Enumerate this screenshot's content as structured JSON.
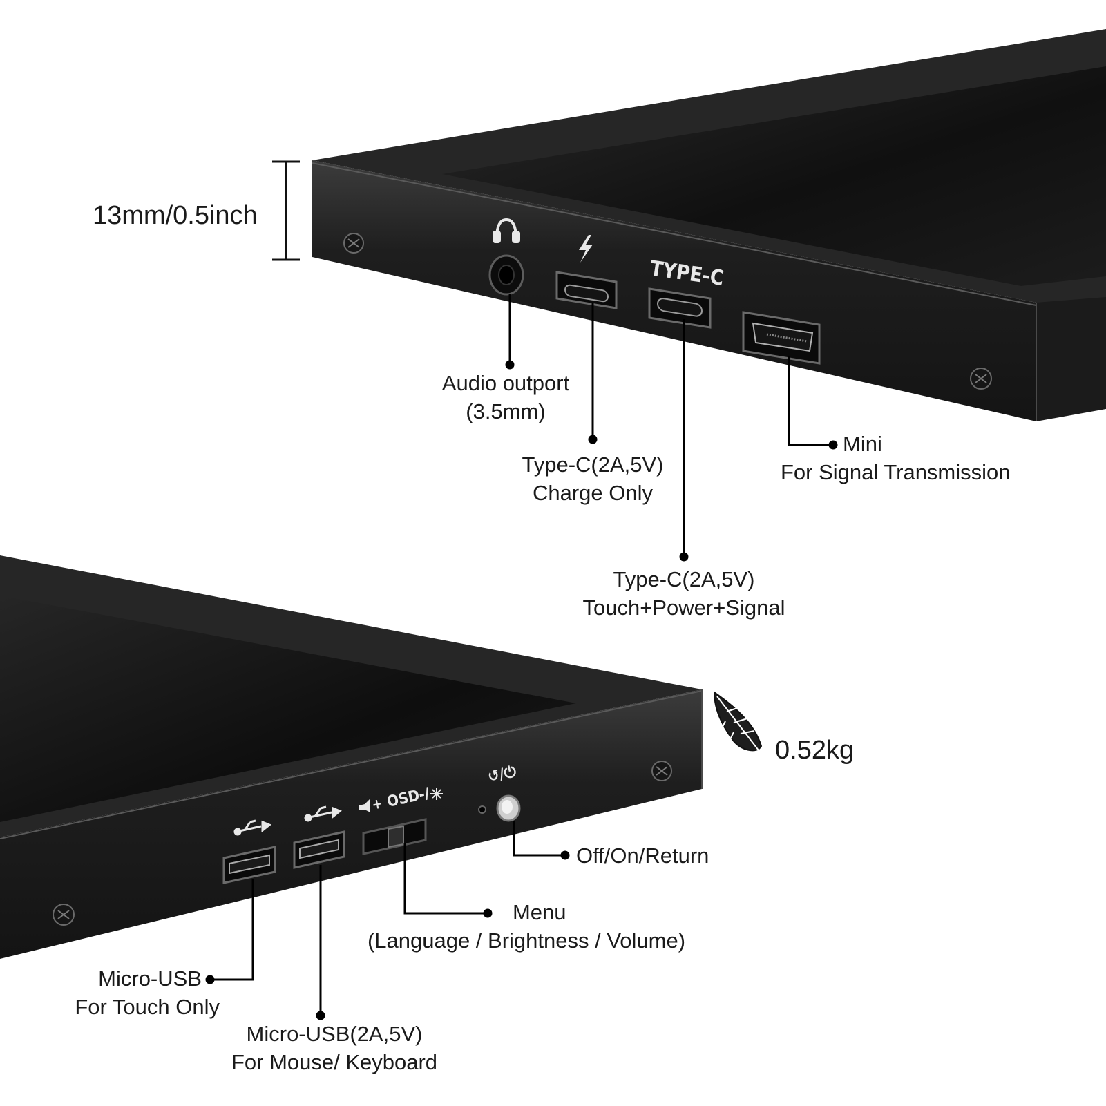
{
  "thickness": {
    "text": "13mm/0.5inch"
  },
  "weight": {
    "text": "0.52kg",
    "icon": "feather-icon"
  },
  "top_ports": {
    "typec_marking": "TYPE-C",
    "audio": {
      "line1": "Audio outport",
      "line2": "(3.5mm)"
    },
    "typec_charge": {
      "line1": "Type-C(2A,5V)",
      "line2": "Charge Only"
    },
    "mini": {
      "line1": "Mini",
      "line2": "For Signal Transmission"
    },
    "typec_signal": {
      "line1": "Type-C(2A,5V)",
      "line2": "Touch+Power+Signal"
    }
  },
  "bottom_ports": {
    "osd_marking": "OSD",
    "volume_marking": "+",
    "brightness_marking": "-/",
    "power_marking": "↺/⏻",
    "power": {
      "line1": "Off/On/Return"
    },
    "menu": {
      "line1": "Menu",
      "line2": "(Language / Brightness / Volume)"
    },
    "micro_usb_touch": {
      "line1": "Micro-USB",
      "line2": "For Touch Only"
    },
    "micro_usb_mouse": {
      "line1": "Micro-USB(2A,5V)",
      "line2": "For Mouse/ Keyboard"
    }
  },
  "colors": {
    "frame": "#202020",
    "frame_edge": "#3a3a3a",
    "screen": "#141414",
    "callout_line": "#000000",
    "text": "#1a1a1a"
  }
}
